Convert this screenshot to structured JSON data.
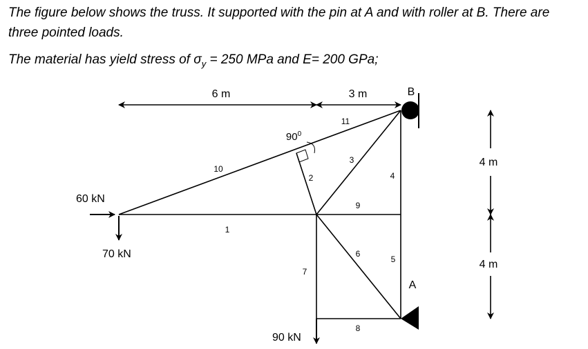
{
  "problem": {
    "line1": "The figure below shows the truss. It supported with the pin at A and with roller at B. There are three pointed loads.",
    "line2_prefix": "The material has yield stress of σ",
    "line2_sub": "y",
    "line2_suffix": " = 250 MPa and E= 200 GPa;"
  },
  "dimensions": {
    "horizontal_left": "6 m",
    "horizontal_right": "3 m",
    "vertical_top": "4 m",
    "vertical_bottom": "4 m"
  },
  "supports": {
    "roller": "B",
    "pin": "A"
  },
  "angle_label": "90",
  "angle_sup": "0",
  "loads": {
    "horizontal": "60 kN",
    "vertical_left": "70 kN",
    "vertical_bottom": "90 kN"
  },
  "members": {
    "m1": "1",
    "m2": "2",
    "m3": "3",
    "m4": "4",
    "m5": "5",
    "m6": "6",
    "m7": "7",
    "m8": "8",
    "m9": "9",
    "m10": "10",
    "m11": "11"
  }
}
